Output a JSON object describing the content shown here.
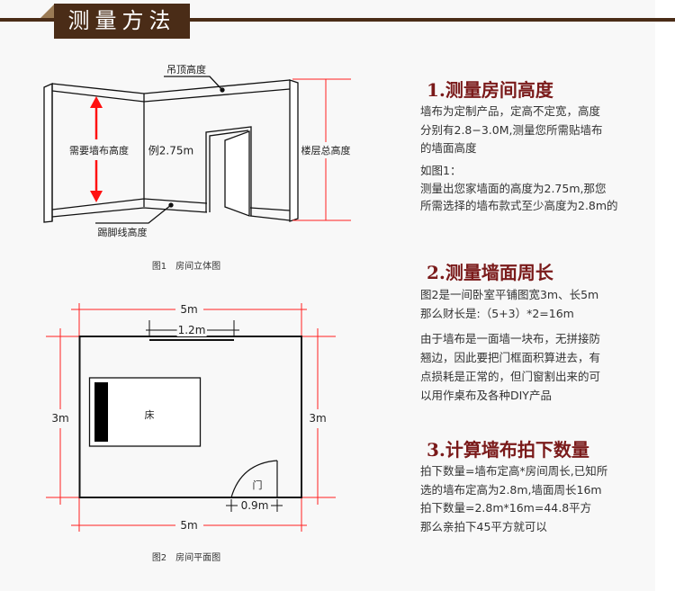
{
  "header": {
    "title": "测量方法"
  },
  "figure1": {
    "ceiling_label": "吊顶高度",
    "baseboard_label": "踢脚线高度",
    "wall_height_label": "需要墙布高度",
    "example_label": "例2.75m",
    "floor_height_label": "楼层总高度",
    "caption": "图1　房间立体图"
  },
  "figure2": {
    "top_width": "5m",
    "bottom_width": "5m",
    "left_height": "3m",
    "right_height": "3m",
    "window_width": "1.2m",
    "door_width": "0.9m",
    "bed_label": "床",
    "door_label": "门",
    "caption": "图2　房间平面图"
  },
  "sections": [
    {
      "title": "1.测量房间高度",
      "paragraphs": [
        [
          "墙布为定制产品，定高不定宽，高度",
          "分别有2.8−3.0M,测量您所需贴墙布",
          "的墙面高度"
        ],
        [
          "如图1：",
          "测量出您家墙面的高度为2.75m,那您",
          "所需选择的墙布款式至少高度为2.8m的"
        ]
      ]
    },
    {
      "title": "2.测量墙面周长",
      "paragraphs": [
        [
          "图2是一间卧室平铺图宽3m、长5m",
          "那么财长是:（5+3）*2=16m"
        ],
        [
          "由于墙布是一面墙一块布，无拼接防",
          "翘边，因此要把门框面积算进去，有",
          "点损耗是正常的，但门窗割出来的可",
          "以用作桌布及各种DIY产品"
        ]
      ]
    },
    {
      "title": "3.计算墙布拍下数量",
      "paragraphs": [
        [
          "拍下数量=墙布定高*房间周长,已知所",
          "选的墙布定高为2.8m,墙面周长16m",
          "拍下数量=2.8m*16m=44.8平方",
          "那么亲拍下45平方就可以"
        ]
      ]
    }
  ],
  "colors": {
    "brand": "#4a2c17",
    "title": "#7a1a1a",
    "dimension": "#ff2020"
  }
}
